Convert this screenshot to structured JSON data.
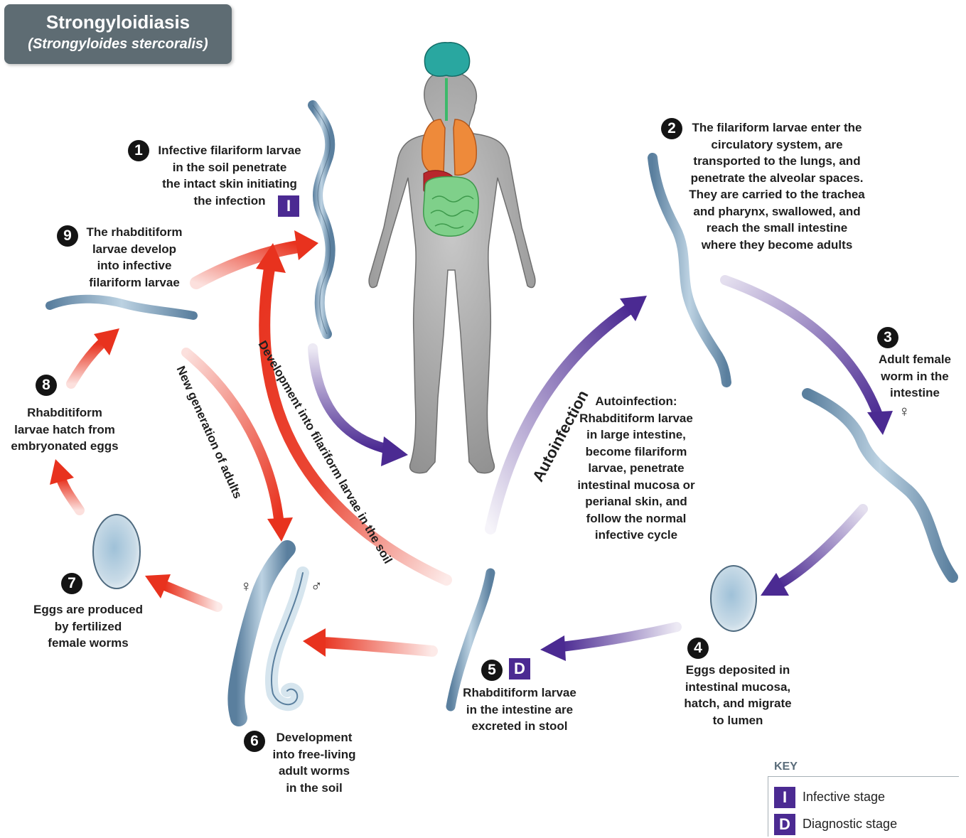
{
  "title": {
    "main": "Strongyloidiasis",
    "subtitle": "(Strongyloides stercoralis)"
  },
  "steps": [
    {
      "number": "1",
      "text": "Infective filariform larvae\nin the soil penetrate\nthe intact skin initiating\nthe infection",
      "badge": "I"
    },
    {
      "number": "2",
      "text": "The filariform larvae enter the\ncirculatory system, are\ntransported to the lungs, and\npenetrate the alveolar spaces.\nThey are carried to the trachea\nand pharynx, swallowed, and\nreach the small intestine\nwhere they become adults"
    },
    {
      "number": "3",
      "text": "Adult female\nworm in the\nintestine"
    },
    {
      "number": "4",
      "text": "Eggs deposited in\nintestinal mucosa,\nhatch, and migrate\nto lumen"
    },
    {
      "number": "5",
      "text": "Rhabditiform larvae\nin the intestine are\nexcreted in stool",
      "badge": "D"
    },
    {
      "number": "6",
      "text": "Development\ninto free-living\nadult worms\nin the soil"
    },
    {
      "number": "7",
      "text": "Eggs are produced\nby fertilized\nfemale worms"
    },
    {
      "number": "8",
      "text": "Rhabditiform\nlarvae hatch from\nembryonated eggs"
    },
    {
      "number": "9",
      "text": "The rhabditiform\nlarvae develop\ninto infective\nfilariform larvae"
    }
  ],
  "arrow_labels": {
    "development": "Development into filariform larvae in the soil",
    "new_generation": "New generation of adults",
    "autoinfection": "Autoinfection"
  },
  "autoinfection_note": "Autoinfection:\nRhabditiform larvae\nin large intestine,\nbecome filariform\nlarvae, penetrate\nintestinal mucosa or\nperianal skin, and\nfollow the normal\ninfective cycle",
  "symbols": {
    "female": "♀",
    "male": "♂"
  },
  "key": {
    "title": "KEY",
    "items": [
      {
        "badge": "I",
        "label": "Infective stage"
      },
      {
        "badge": "D",
        "label": "Diagnostic stage"
      }
    ]
  },
  "colors": {
    "soil_cycle_arrow": "#e8321e",
    "host_cycle_arrow": "#4b2a92",
    "badge": "#4b2a92",
    "title_box": "#5e6c73",
    "worm_body": "#7d9cb8"
  }
}
